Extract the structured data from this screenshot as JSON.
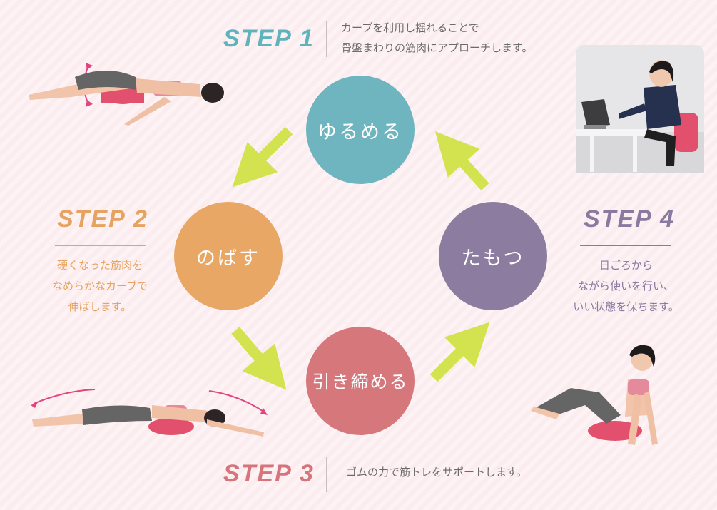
{
  "colors": {
    "step1": "#5fb3bd",
    "step2": "#e6a35f",
    "step3": "#d7737a",
    "step4": "#8a7aa0",
    "arrow": "#d3e34f"
  },
  "steps": {
    "step1": {
      "title": "STEP 1",
      "lines": [
        "カーブを利用し揺れることで",
        "骨盤まわりの筋肉にアプローチします。"
      ],
      "circle": "ゆるめる"
    },
    "step2": {
      "title": "STEP 2",
      "lines": [
        "硬くなった筋肉を",
        "なめらかなカーブで",
        "伸ばします。"
      ],
      "circle": "のばす"
    },
    "step3": {
      "title": "STEP 3",
      "lines": [
        "ゴムの力で筋トレをサポートします。"
      ],
      "circle": "引き締める"
    },
    "step4": {
      "title": "STEP 4",
      "lines": [
        "日ごろから",
        "ながら使いを行い、",
        "いい状態を保ちます。"
      ],
      "circle": "たもつ"
    }
  }
}
